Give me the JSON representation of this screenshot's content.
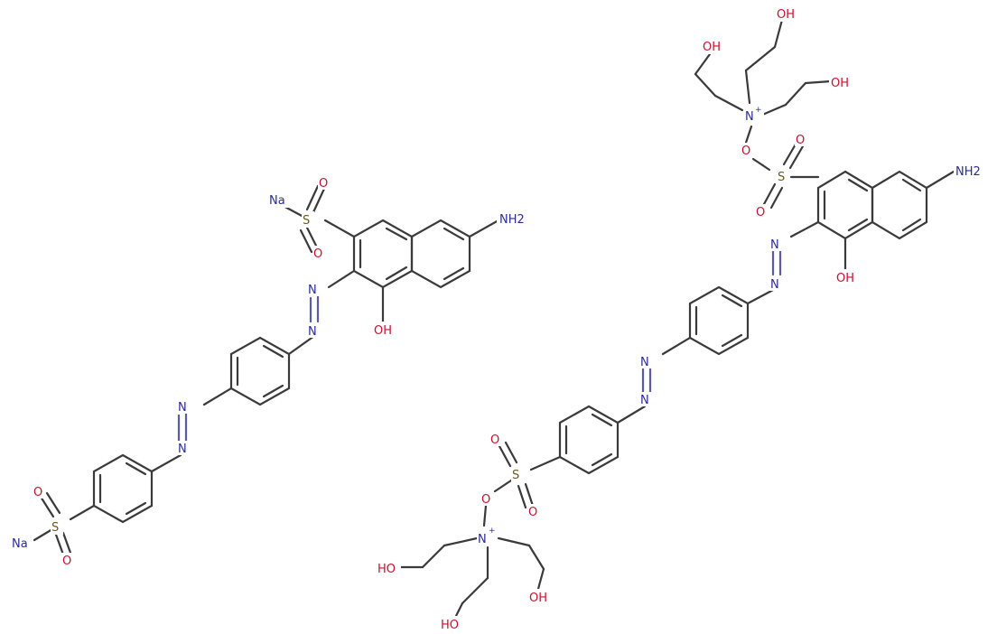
{
  "colors": {
    "oxygen": "#c8102e",
    "nitrogen": "#2b2b9a",
    "sodium": "#2b2b9a",
    "sulfur": "#6b5a1e",
    "carbon_bond": "#3a3a3a"
  },
  "left_molecule": {
    "labels": {
      "na_top": "Na",
      "s_top": "S",
      "o_top_a": "O",
      "o_top_b": "O",
      "nh2": "NH2",
      "n_a": "N",
      "n_b": "N",
      "oh": "OH",
      "n_c": "N",
      "n_d": "N",
      "o_bot_a": "O",
      "s_bot": "S",
      "o_bot_b": "O",
      "na_bot": "Na"
    }
  },
  "right_molecule": {
    "labels": {
      "oh_1": "OH",
      "oh_2": "OH",
      "oh_3": "OH",
      "n_plus_top": "N",
      "plus_top": "+",
      "o_link_top": "O",
      "s_top": "S",
      "o_top_a": "O",
      "o_top_b": "O",
      "nh2": "NH2",
      "n_a": "N",
      "n_b": "N",
      "oh_ring": "OH",
      "n_c": "N",
      "n_d": "N",
      "o_bot_a": "O",
      "s_bot": "S",
      "o_bot_b": "O",
      "o_link_bot": "O",
      "n_plus_bot": "N",
      "plus_bot": "+",
      "oh_4": "HO",
      "oh_5": "HO",
      "oh_6": "OH"
    }
  }
}
